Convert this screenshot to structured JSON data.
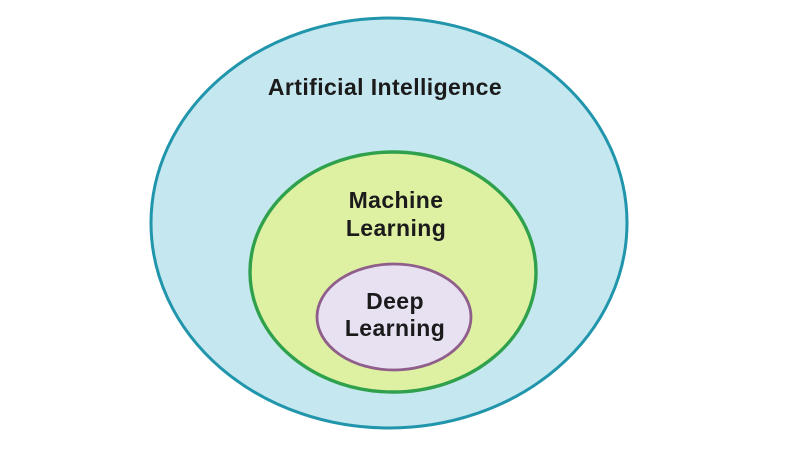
{
  "diagram": {
    "background": "#ffffff",
    "text_color": "#1b1b1b",
    "sets": [
      {
        "name": "artificial-intelligence",
        "label": "Artificial Intelligence",
        "fill": "#c5e7ef",
        "stroke": "#2095ab"
      },
      {
        "name": "machine-learning",
        "label": "Machine\nLearning",
        "fill": "#def0a2",
        "stroke": "#2fa14c"
      },
      {
        "name": "deep-learning",
        "label": "Deep\nLearning",
        "fill": "#e7e1f2",
        "stroke": "#8f5e8b"
      }
    ]
  }
}
